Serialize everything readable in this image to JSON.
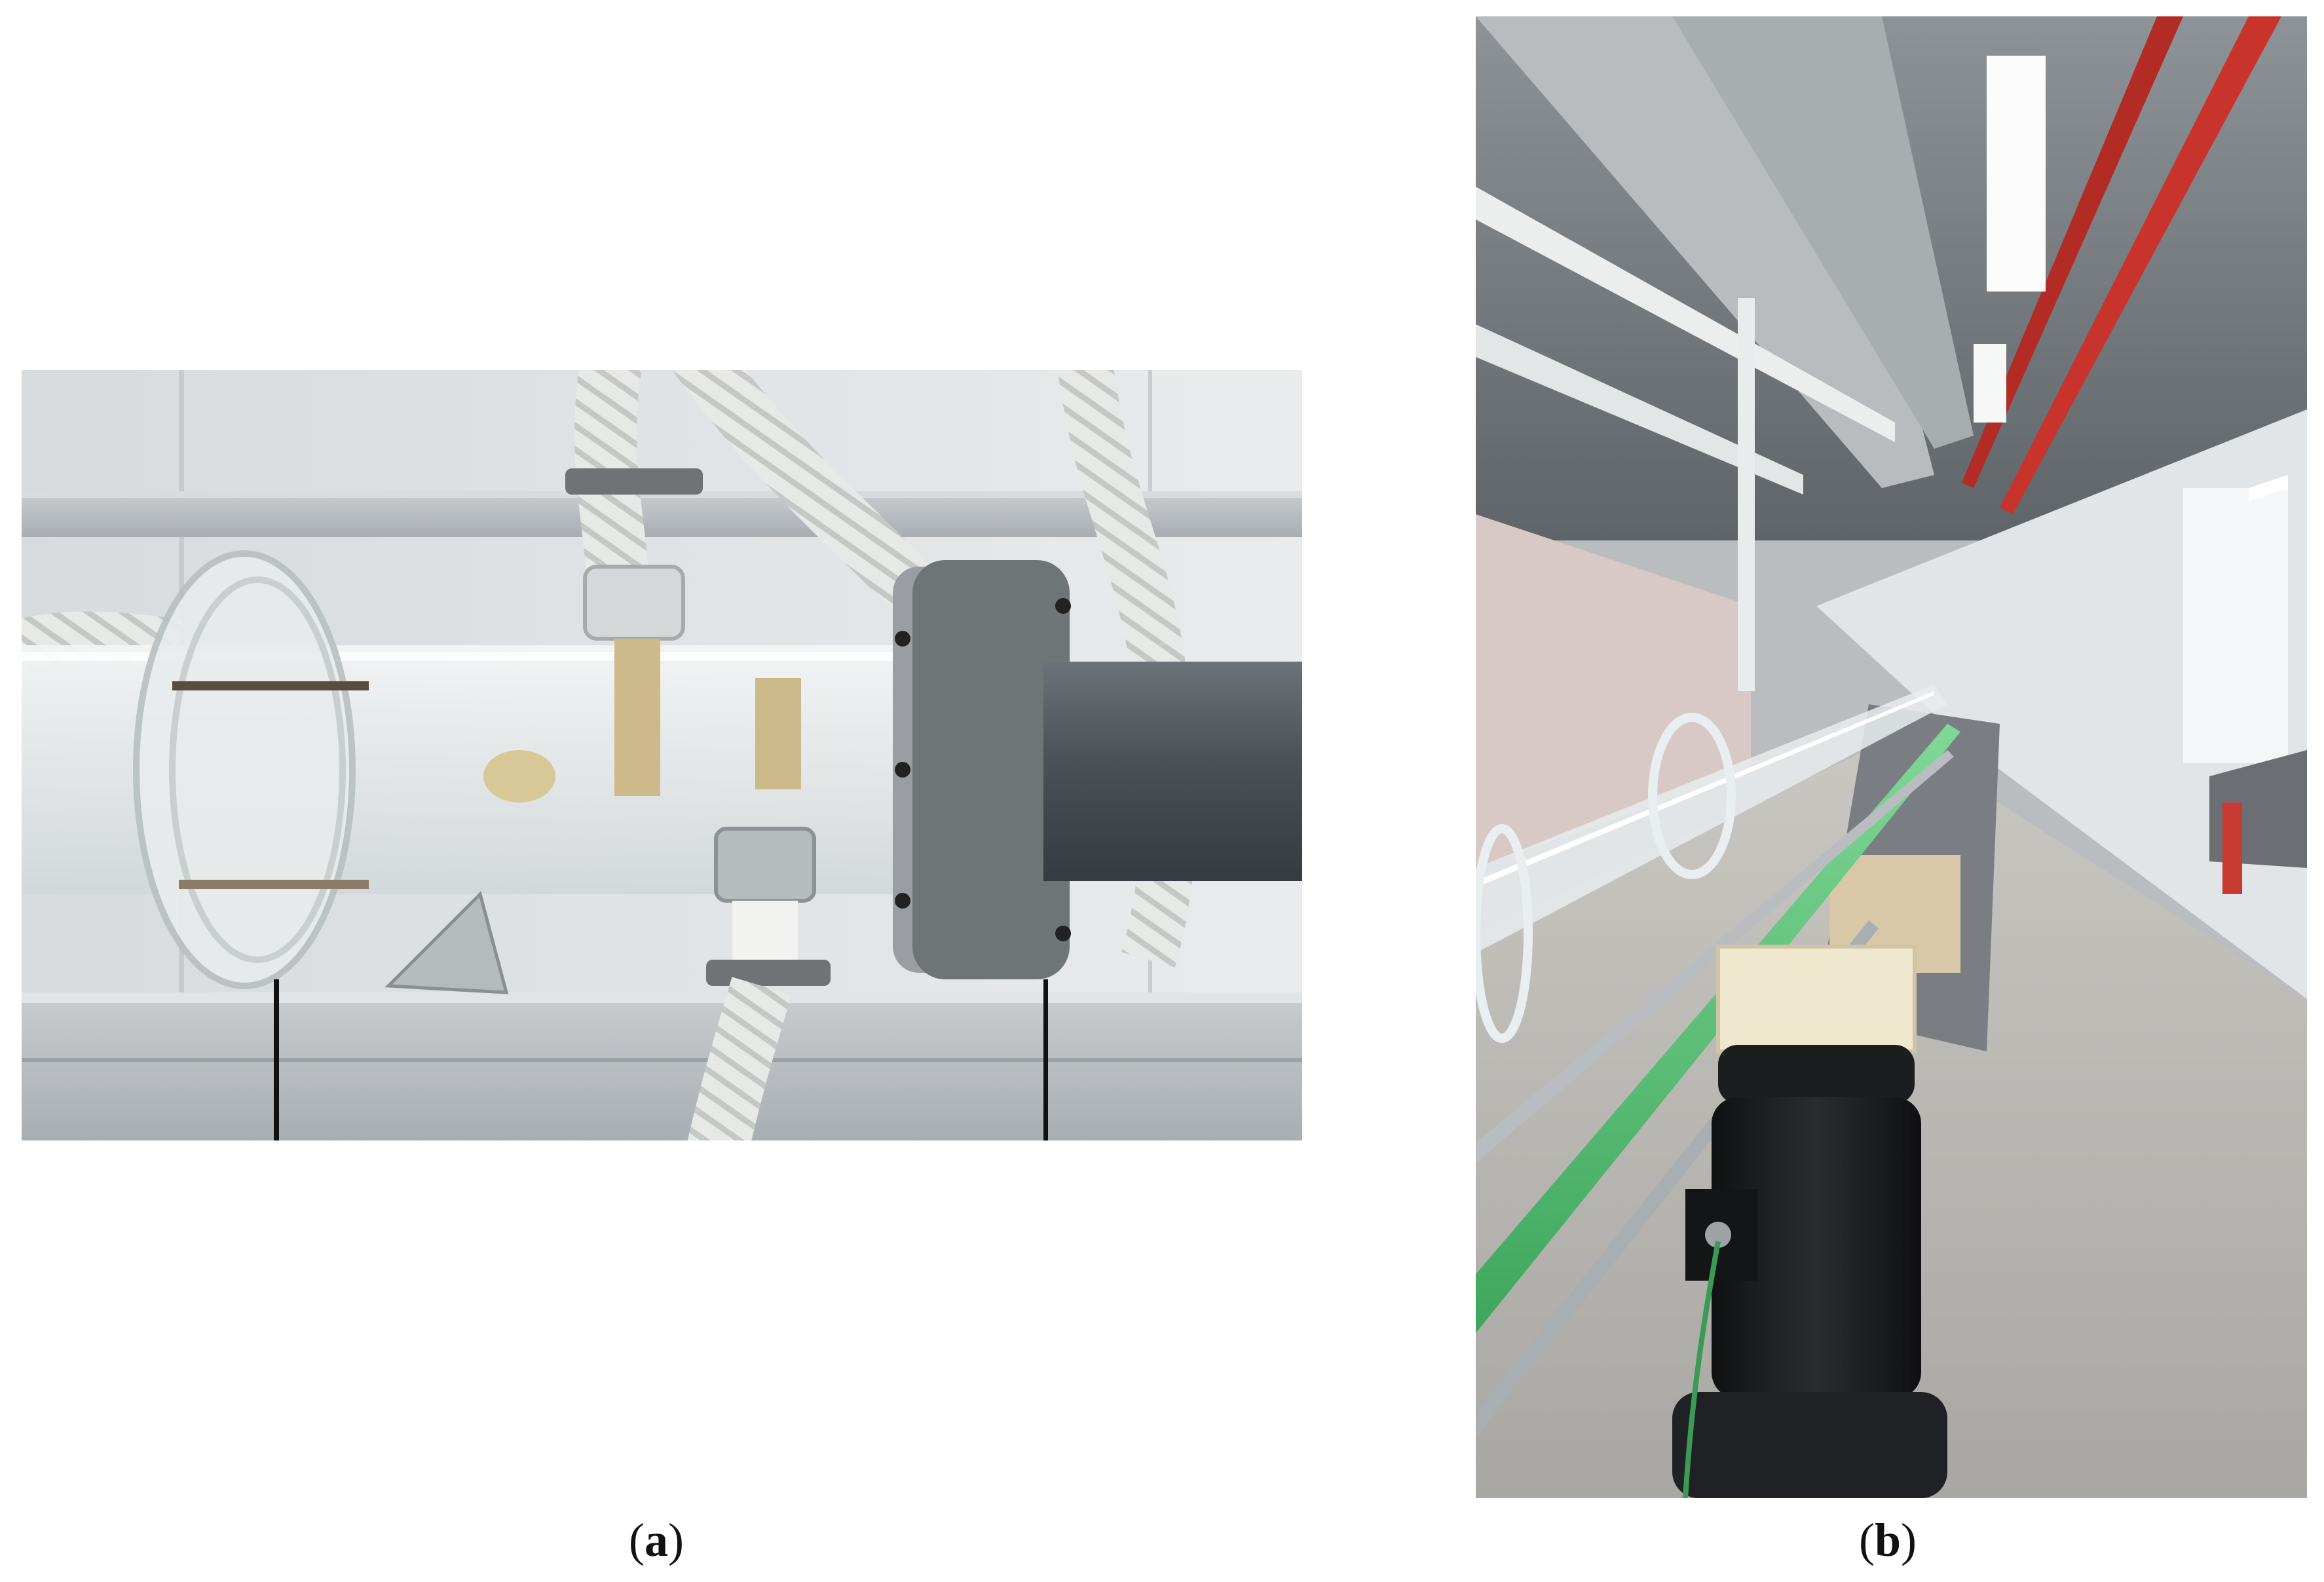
{
  "figure": {
    "panel_a": {
      "label_open": "(",
      "label_letter": "a",
      "label_close": ")",
      "content": "photo-close-up-transparent-pipe-flange"
    },
    "panel_b": {
      "label_open": "(",
      "label_letter": "b",
      "label_close": ")",
      "content": "photo-laboratory-pipeline-corridor"
    }
  },
  "colors": {
    "background": "#ffffff",
    "pipe_green": "#5cc47a",
    "fire_pipe_red": "#c8332c",
    "pvc_gray": "#4f565c",
    "steel_flange": "#9a9ea2",
    "hose_white": "#e9ecea",
    "motor_black": "#1a1b1d"
  }
}
